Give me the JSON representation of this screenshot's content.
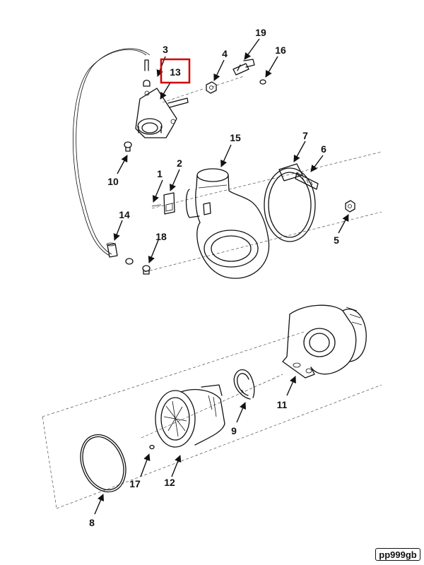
{
  "diagram": {
    "callouts": [
      {
        "id": "1",
        "label": "1"
      },
      {
        "id": "2",
        "label": "2"
      },
      {
        "id": "3",
        "label": "3"
      },
      {
        "id": "4",
        "label": "4"
      },
      {
        "id": "5",
        "label": "5"
      },
      {
        "id": "6",
        "label": "6"
      },
      {
        "id": "7",
        "label": "7"
      },
      {
        "id": "8",
        "label": "8"
      },
      {
        "id": "9",
        "label": "9"
      },
      {
        "id": "10",
        "label": "10"
      },
      {
        "id": "11",
        "label": "11"
      },
      {
        "id": "12",
        "label": "12"
      },
      {
        "id": "13",
        "label": "13",
        "highlighted": true
      },
      {
        "id": "14",
        "label": "14"
      },
      {
        "id": "15",
        "label": "15"
      },
      {
        "id": "16",
        "label": "16"
      },
      {
        "id": "17",
        "label": "17"
      },
      {
        "id": "18",
        "label": "18"
      },
      {
        "id": "19",
        "label": "19"
      }
    ],
    "highlight_color": "#d00000",
    "drawing_code": "pp999gb"
  }
}
